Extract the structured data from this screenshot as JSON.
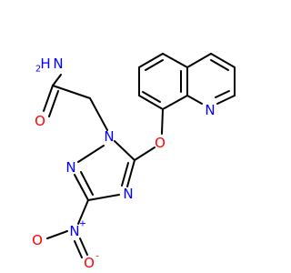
{
  "colors": {
    "bond": "#000000",
    "carbon": "#000000",
    "nitrogen": "#0000ff",
    "oxygen": "#ff0000",
    "background": "#ffffff"
  },
  "atoms": {
    "amide_N": {
      "label": "NH2",
      "base": "N",
      "sub": "2",
      "prefix": "H",
      "color_key": "nitrogen"
    },
    "amide_O": {
      "label": "O",
      "color_key": "oxygen"
    },
    "ring_N1": {
      "label": "N",
      "color_key": "nitrogen"
    },
    "ring_N2": {
      "label": "N",
      "color_key": "nitrogen"
    },
    "ring_N4": {
      "label": "N",
      "color_key": "nitrogen"
    },
    "ether_O": {
      "label": "O",
      "color_key": "oxygen"
    },
    "quinoline_N": {
      "label": "N",
      "color_key": "nitrogen"
    },
    "nitro_N": {
      "label": "N",
      "charge": "+",
      "color_key": "nitrogen"
    },
    "nitro_O1": {
      "label": "O",
      "color_key": "oxygen"
    },
    "nitro_O2": {
      "label": "O",
      "charge": "-",
      "color_key": "oxygen"
    }
  }
}
